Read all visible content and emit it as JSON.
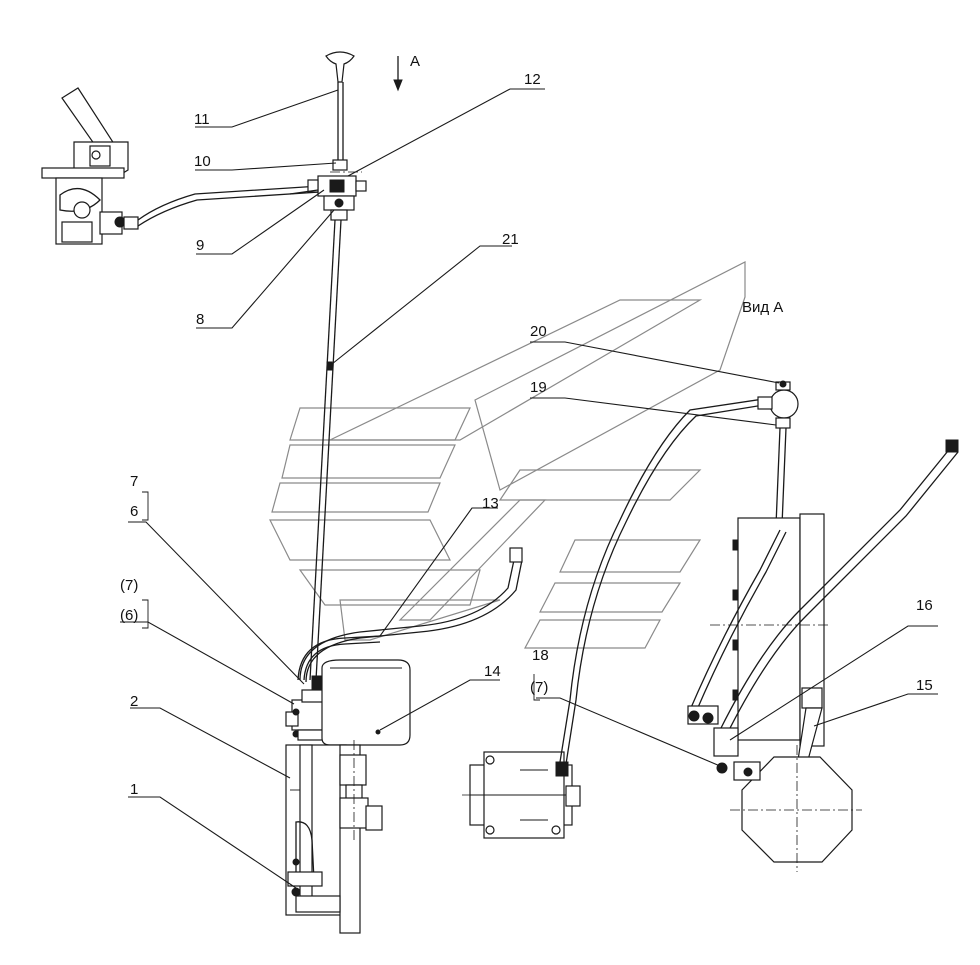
{
  "labels": {
    "l1": "1",
    "l2": "2",
    "l6": "6",
    "l6p": "(6)",
    "l7": "7",
    "l7p": "(7)",
    "l7p_b": "(7)",
    "l8": "8",
    "l9": "9",
    "l10": "10",
    "l11": "11",
    "l12": "12",
    "l13": "13",
    "l14": "14",
    "l15": "15",
    "l16": "16",
    "l18": "18",
    "l19": "19",
    "l20": "20",
    "l21": "21"
  },
  "view_arrow_label": "А",
  "view_title": "Вид А"
}
